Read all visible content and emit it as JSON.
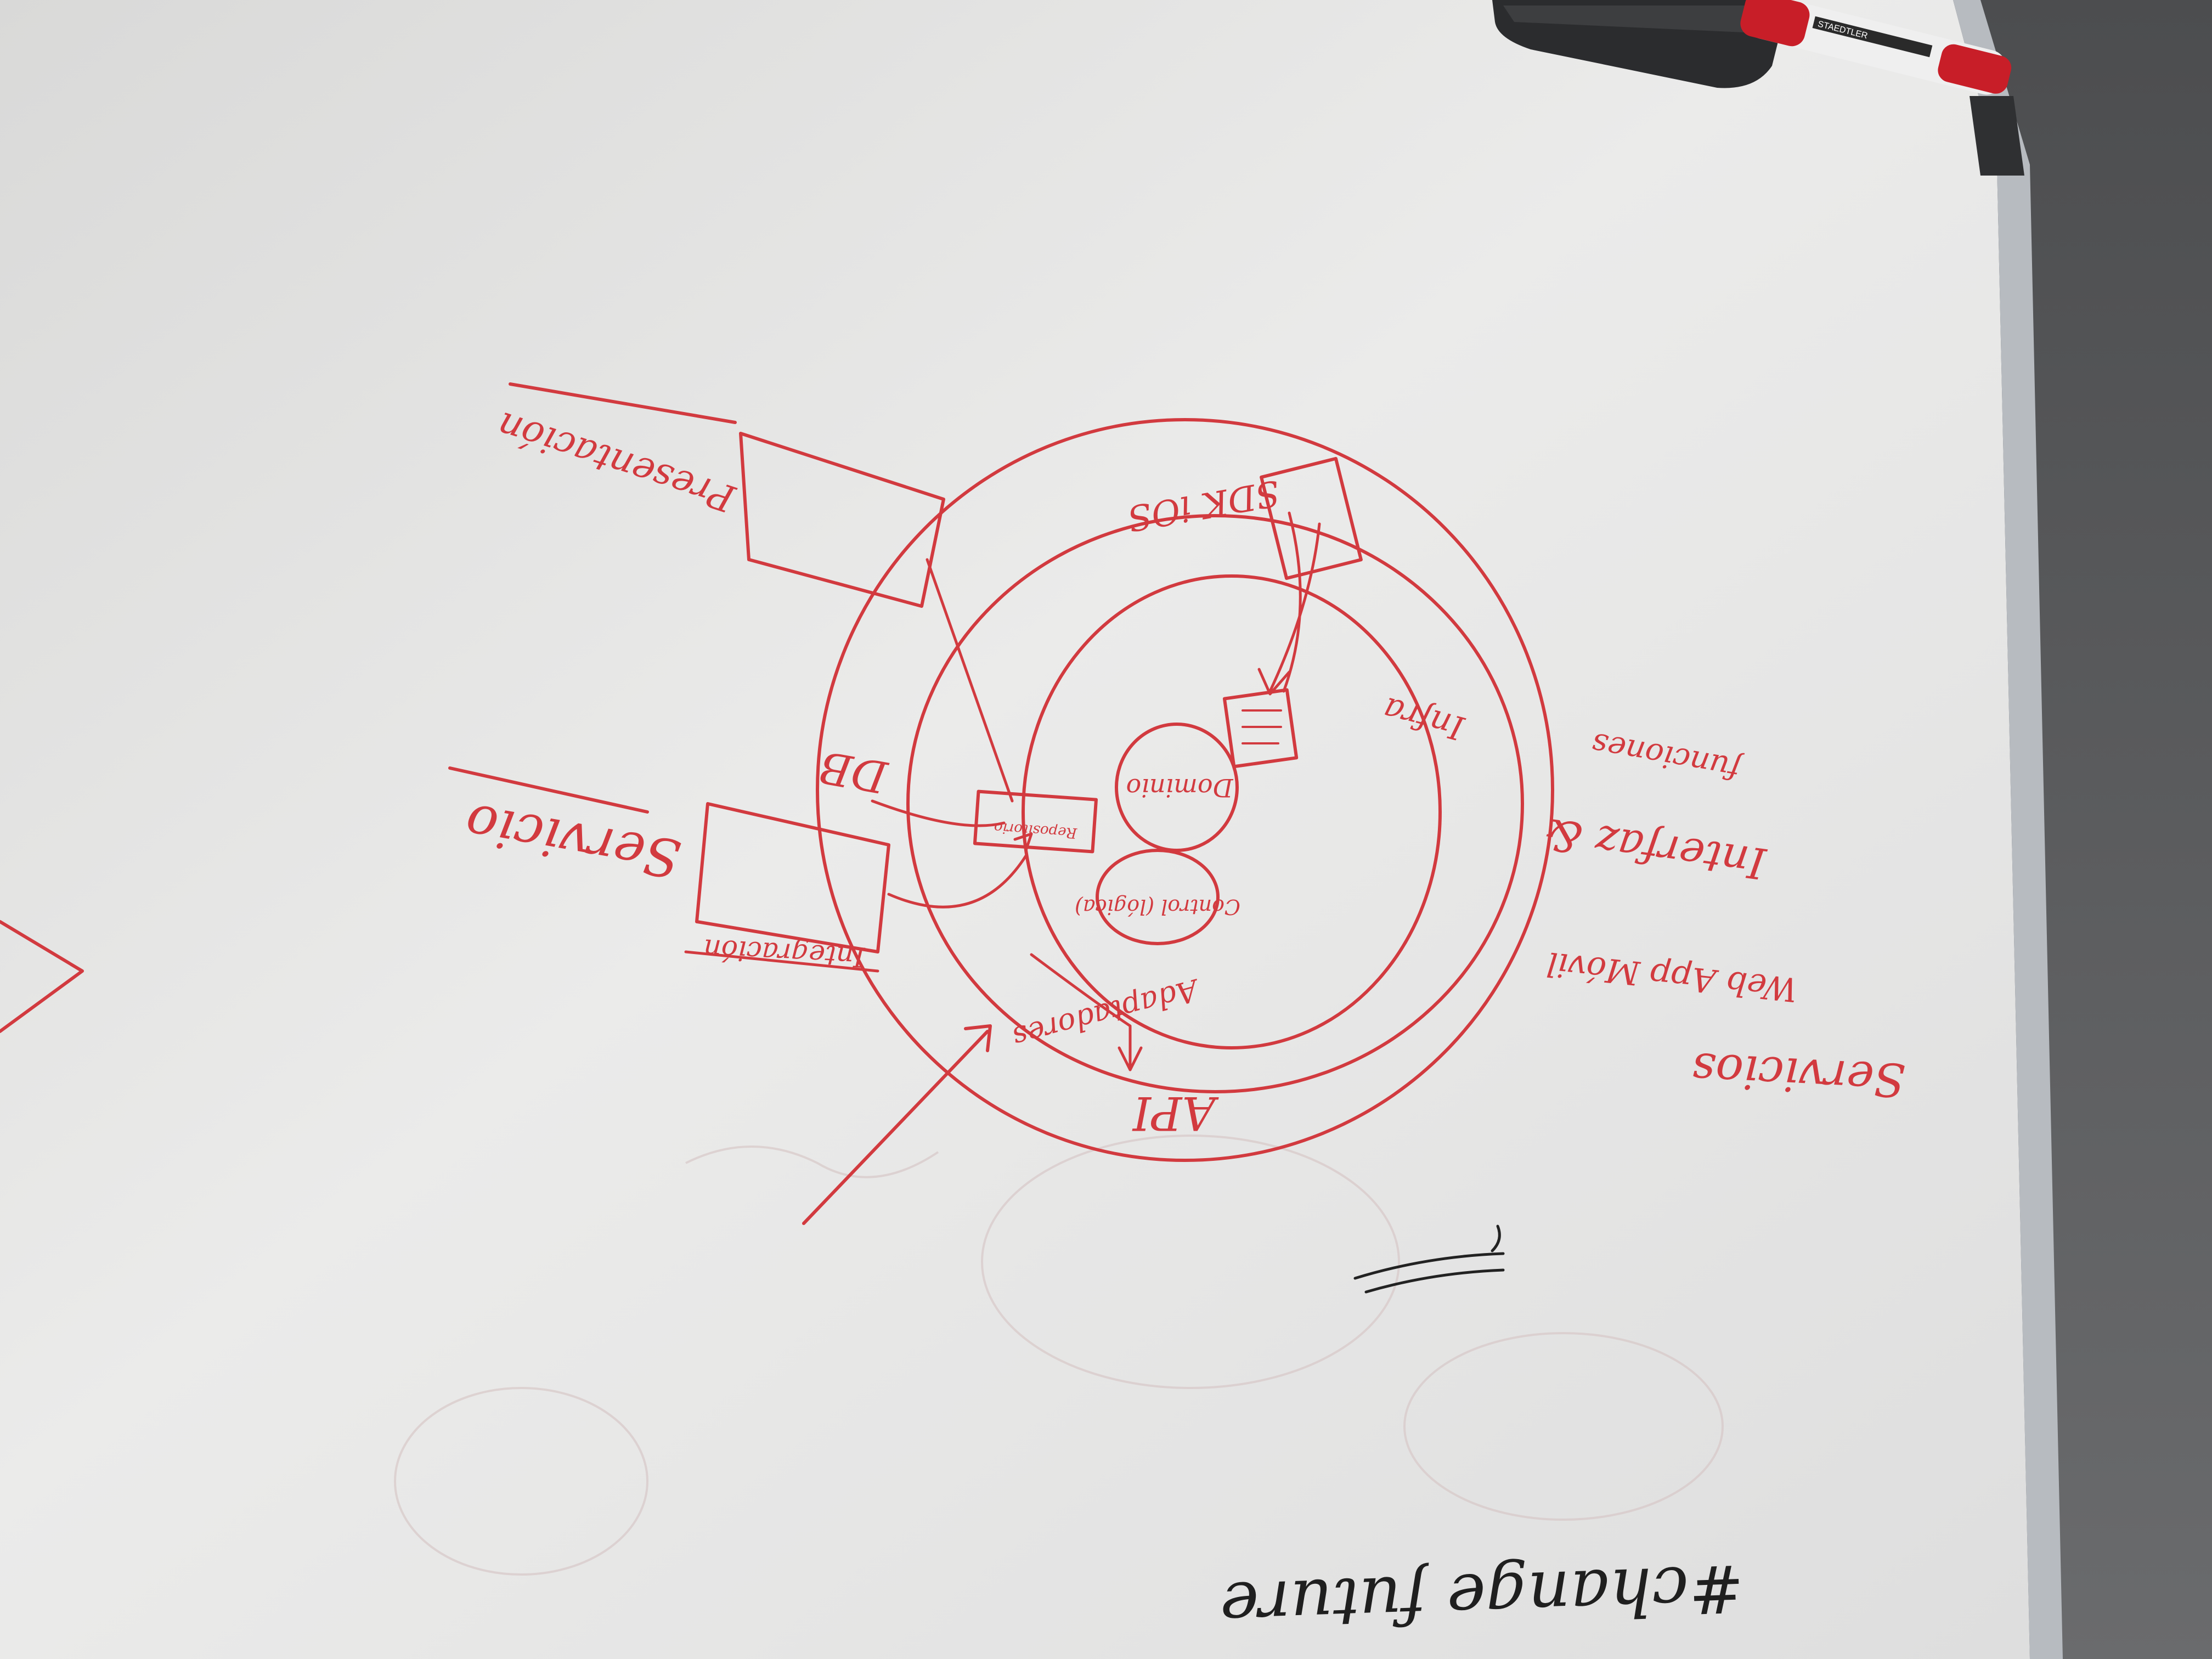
{
  "photo": {
    "subject": "whiteboard",
    "ink_color": "#d23a3f",
    "board_color": "#e9e9e8",
    "frame_color": "#b8bcc1",
    "wall_color": "#5d5e60"
  },
  "marker": {
    "brand_label": "STAEDTLER",
    "cap_color": "#c81e28"
  },
  "labels": {
    "interior_core": "Dominio",
    "control": "Control (lógica)",
    "ring_adapters": "Adaptadores",
    "ring_api": "API",
    "ring_infra": "Infra",
    "sdk": "SDK iOS",
    "repository": "Repositorio",
    "db": "DB",
    "service": "Servicio",
    "integration": "Integración",
    "presentation": "Presentación",
    "services_heading": "Servicios",
    "services_line1": "Interfaz &",
    "services_line2": "funciones",
    "apps_line": "Web App Móvil",
    "hashtag": "#change future"
  }
}
